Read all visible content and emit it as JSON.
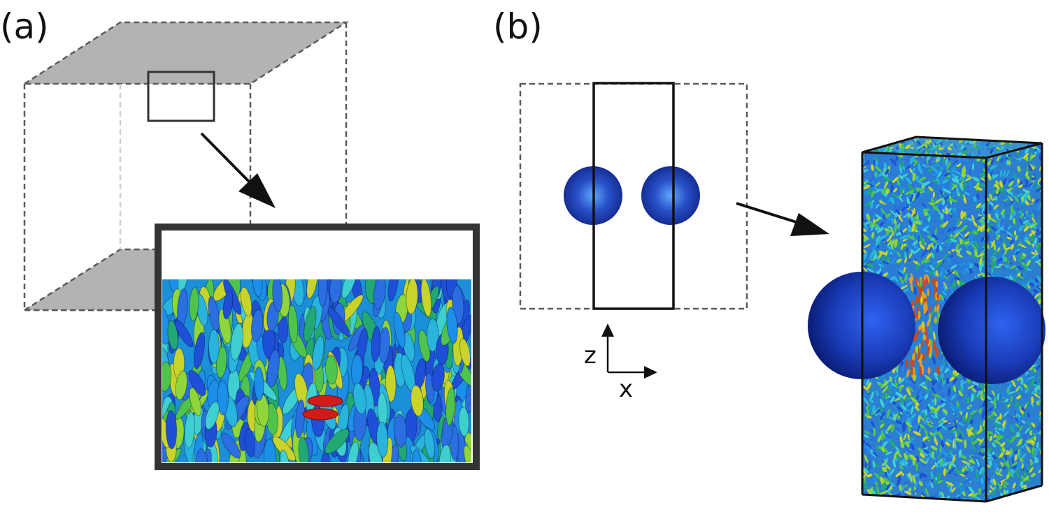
{
  "panels": [
    {
      "id": "a",
      "label": "(a)"
    },
    {
      "id": "b",
      "label": "(b)"
    }
  ],
  "axes": {
    "vertical": "z",
    "horizontal": "x"
  },
  "colors": {
    "plate": "#b3b3b3",
    "dash": "#5a5a5a",
    "frame": "#333333",
    "particles_palette": [
      "#1f4fd6",
      "#2a6ee0",
      "#1c8fe8",
      "#28b4dc",
      "#3fcfd0",
      "#22a872",
      "#4fc44c",
      "#8fd63a",
      "#c9d42a"
    ],
    "highlight": "#d11a1a",
    "sphere": "#1c3fbf"
  },
  "icons": [
    "arrow-icon",
    "sphere-icon"
  ]
}
